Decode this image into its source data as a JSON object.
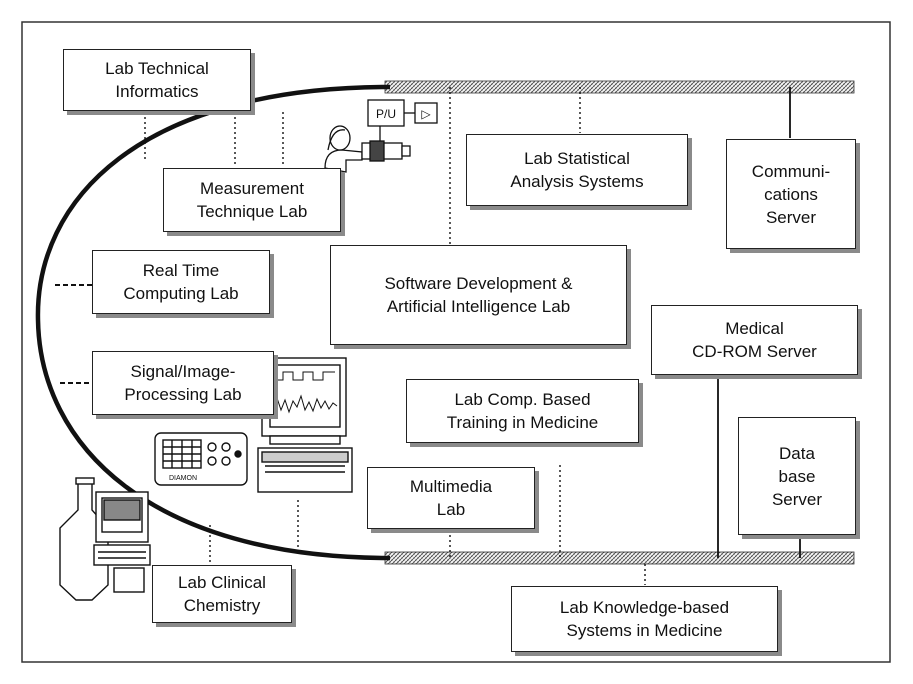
{
  "labs": {
    "tech_informatics": "Lab Technical\nInformatics",
    "measurement": "Measurement\nTechnique Lab",
    "statistical": "Lab  Statistical\nAnalysis Systems",
    "communications": "Communi-\ncations\nServer",
    "realtime": "Real Time\nComputing Lab",
    "software_ai": "Software Development  &\nArtificial Intelligence  Lab",
    "medical_cdrom": "Medical\nCD-ROM Server",
    "signal_image": "Signal/Image-\nProcessing Lab",
    "comp_training": "Lab Comp. Based\nTraining in Medicine",
    "database": "Data\nbase\nServer",
    "multimedia": "Multimedia\nLab",
    "clinical_chem": "Lab Clinical\nChemistry",
    "knowledge": "Lab Knowledge-based\nSystems in Medicine"
  },
  "device_labels": {
    "pu": "P/U",
    "amp": "▷",
    "analyzer_brand": "DIAMON"
  },
  "colors": {
    "line": "#111111",
    "shadow": "#8a8a8a",
    "background": "#ffffff"
  }
}
